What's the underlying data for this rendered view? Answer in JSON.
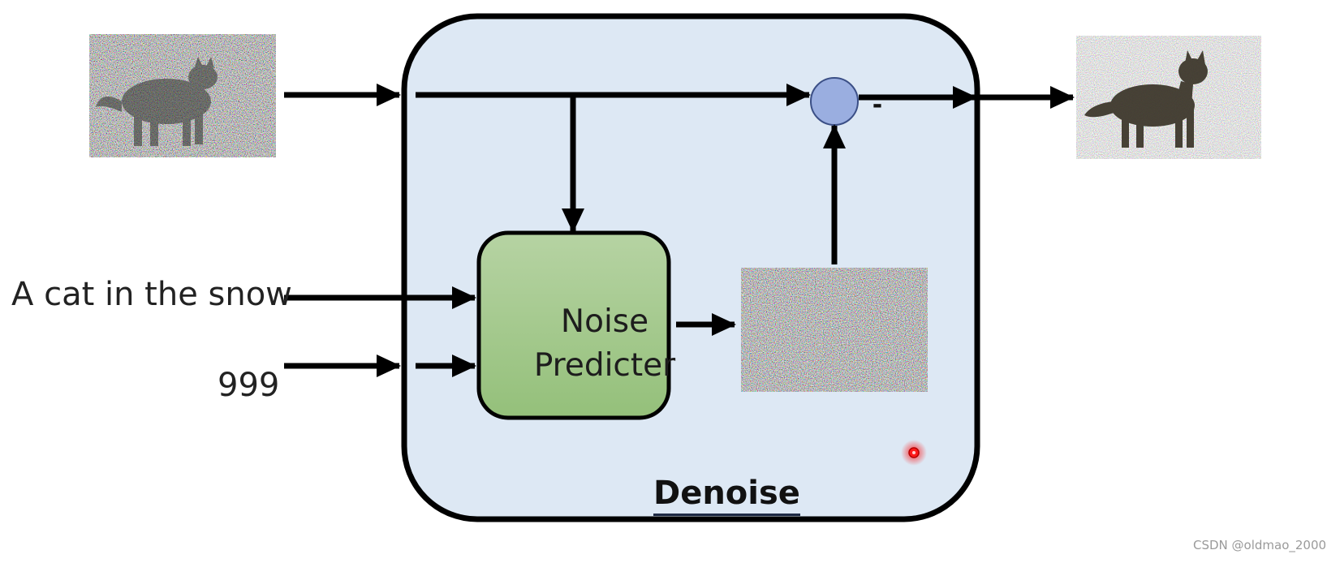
{
  "diagram": {
    "prompt_text": "A cat in the snow",
    "step_number": "999",
    "module_title": "Denoise",
    "noise_predicter_label": "Noise Predicter",
    "subtract_symbol": "-",
    "watermark": "CSDN @oldmao_2000"
  },
  "colors": {
    "denoise_box_fill": "#dde8f4",
    "denoise_box_border": "#000000",
    "noise_predicter_fill_top": "#b6d3a3",
    "noise_predicter_fill_bottom": "#94c07a",
    "subtract_node_fill": "#9aaee0",
    "arrow": "#000000",
    "pointer_dot": "#ff0000"
  }
}
